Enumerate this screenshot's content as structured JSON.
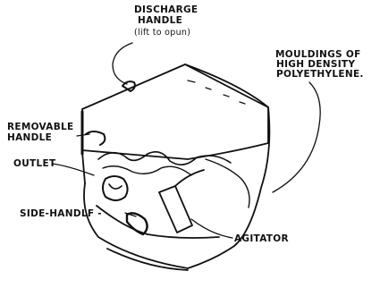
{
  "labels": {
    "discharge_handle_line1": "DISCHARGE",
    "discharge_handle_line2": "HANDLE",
    "discharge_handle_note": "(lift to opun)",
    "mouldings_line1": "MOULDINGS OF",
    "mouldings_line2": "HIGH DENSITY",
    "mouldings_line3": "POLYETHYLENE.",
    "removable_handle_line1": "REMOVABLE",
    "removable_handle_line2": "HANDLE",
    "outlet": "OUTLET",
    "side_handle": "SIDE-HANDLF -",
    "agitator": "AGITATOR"
  },
  "colors": {
    "ink": "#111111",
    "background": "#ffffff"
  }
}
